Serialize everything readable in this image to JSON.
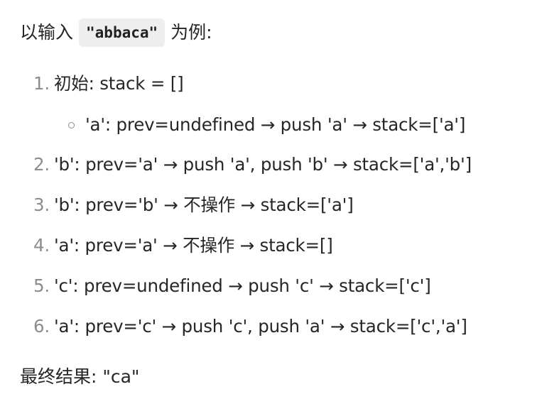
{
  "intro": {
    "prefix": "以输入",
    "code": "\"abbaca\"",
    "suffix": "为例:"
  },
  "steps": [
    {
      "number": "1.",
      "text": "初始: stack = []"
    },
    {
      "number": "2.",
      "text": "'b': prev='a' → push 'a', push 'b' → stack=['a','b']"
    },
    {
      "number": "3.",
      "text": "'b': prev='b' → 不操作 → stack=['a']"
    },
    {
      "number": "4.",
      "text": "'a': prev='a' → 不操作 → stack=[]"
    },
    {
      "number": "5.",
      "text": "'c': prev=undefined → push 'c' → stack=['c']"
    },
    {
      "number": "6.",
      "text": "'a': prev='c' → push 'c', push 'a' → stack=['c','a']"
    }
  ],
  "substep": {
    "text": "'a': prev=undefined → push 'a' → stack=['a']"
  },
  "result": {
    "text": "最终结果: \"ca\""
  }
}
